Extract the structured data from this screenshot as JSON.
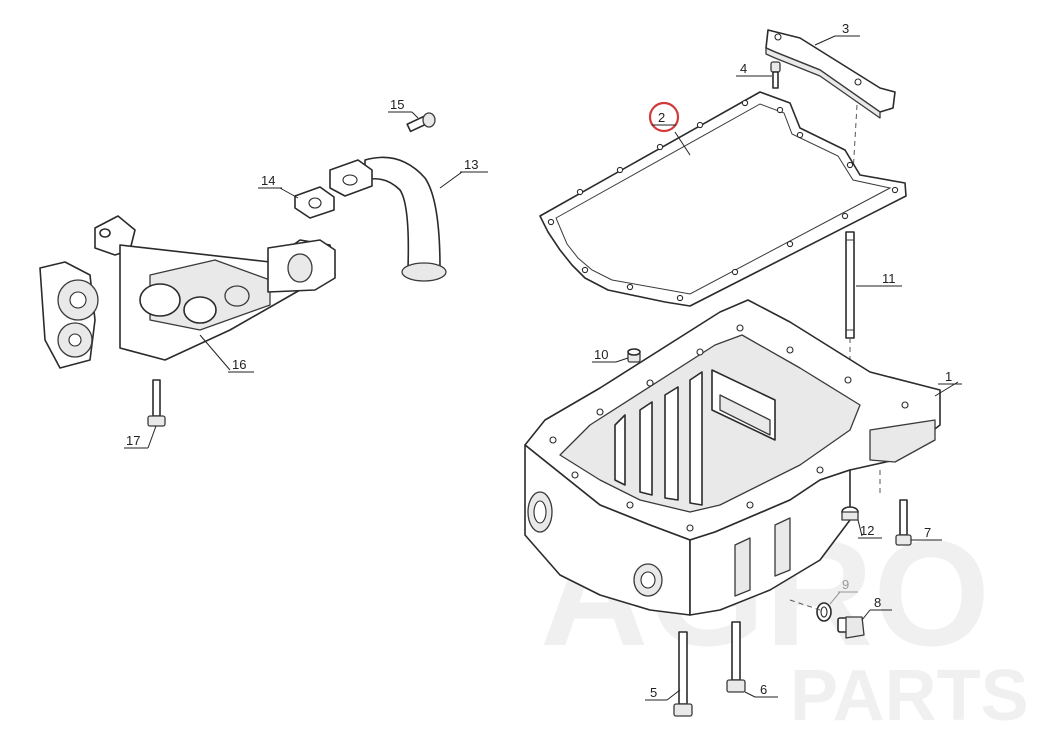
{
  "watermark": {
    "line1": "AGRO",
    "line2": "PARTS"
  },
  "highlighted_callout": "2",
  "colors": {
    "highlight": "#d23a3a",
    "line": "#2b2b2b",
    "watermark": "#f0f0f0"
  },
  "callouts": [
    {
      "id": "1",
      "label": "1"
    },
    {
      "id": "2",
      "label": "2"
    },
    {
      "id": "3",
      "label": "3"
    },
    {
      "id": "4",
      "label": "4"
    },
    {
      "id": "5",
      "label": "5"
    },
    {
      "id": "6",
      "label": "6"
    },
    {
      "id": "7",
      "label": "7"
    },
    {
      "id": "8",
      "label": "8"
    },
    {
      "id": "9",
      "label": "9"
    },
    {
      "id": "10",
      "label": "10"
    },
    {
      "id": "11",
      "label": "11"
    },
    {
      "id": "12",
      "label": "12"
    },
    {
      "id": "13",
      "label": "13"
    },
    {
      "id": "14",
      "label": "14"
    },
    {
      "id": "15",
      "label": "15"
    },
    {
      "id": "16",
      "label": "16"
    },
    {
      "id": "17",
      "label": "17"
    }
  ]
}
